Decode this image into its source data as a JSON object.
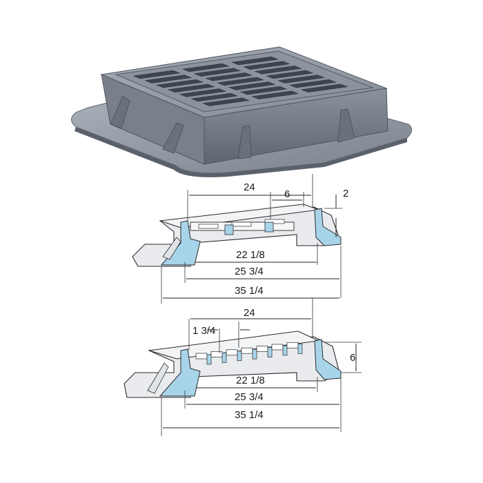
{
  "colors": {
    "iron_light": "#9aa0aa",
    "iron_mid": "#7d838e",
    "iron_dark": "#555b66",
    "section_blue": "#a8d4ea",
    "outline": "#2a2a2a"
  },
  "views": {
    "top_section": {
      "dimensions": {
        "grate_width": "24",
        "slot_spacing": "6",
        "rim_height": "2",
        "inner_opening": "22 1/8",
        "frame_width": "25 3/4",
        "flange_width": "35 1/4"
      }
    },
    "bottom_section": {
      "dimensions": {
        "grate_width": "24",
        "bar_spacing": "1 3/4",
        "frame_height": "6",
        "inner_opening": "22 1/8",
        "frame_width": "25 3/4",
        "flange_width": "35 1/4"
      }
    }
  }
}
